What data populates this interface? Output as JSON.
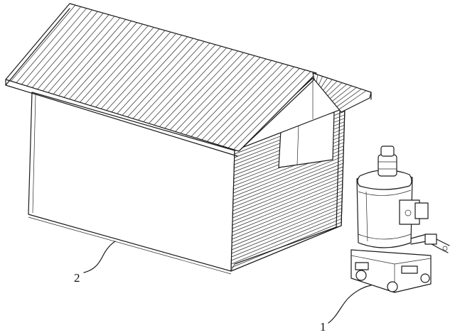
{
  "figure": {
    "labels": {
      "ref_1": "1",
      "ref_2": "2"
    },
    "parts": {
      "ref_1": "machine-unit",
      "ref_2": "shed-enclosure"
    },
    "line_color": "#1a1a1a",
    "background": "#ffffff"
  }
}
